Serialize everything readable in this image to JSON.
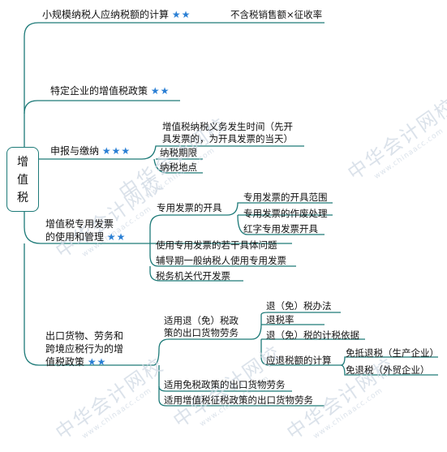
{
  "root": {
    "chars": [
      "增",
      "值",
      "税"
    ]
  },
  "stars": {
    "two": "★★",
    "three": "★★★"
  },
  "branches": {
    "small_scale": {
      "label": "小规模纳税人应纳税额的计算",
      "child": "不含税销售额×征收率"
    },
    "special_enterprise": {
      "label": "特定企业的增值税政策"
    },
    "declaration": {
      "label": "申报与缴纳",
      "obligation_line1": "增值税纳税义务发生时间（先开",
      "obligation_line2": "具发票的，为开具发票的当天）",
      "period": "纳税期限",
      "place": "纳税地点"
    },
    "invoice": {
      "label_line1": "增值税专用发票",
      "label_line2": "的使用和管理",
      "issue": "专用发票的开具",
      "issue_scope": "专用发票的开具范围",
      "issue_void": "专用发票的作废处理",
      "issue_red": "红字专用发票开具",
      "issues_q": "使用专用发票的若干具体问题",
      "transition": "辅导期一般纳税人使用专用发票",
      "tax_office": "税务机关代开发票"
    },
    "export": {
      "label_line1": "出口货物、劳务和",
      "label_line2": "跨境应税行为的增",
      "label_line3": "值税政策",
      "refund_line1": "适用退（免）税政",
      "refund_line2": "策的出口货物劳务",
      "refund_method": "退（免）税办法",
      "refund_rate": "退税率",
      "refund_basis": "退（免）税的计税依据",
      "refund_calc": "应退税额的计算",
      "exempt_offset": "免抵退税（生产企业）",
      "exempt_refund": "免退税（外贸企业）",
      "exempt": "适用免税政策的出口货物劳务",
      "levy": "适用增值税征税政策的出口货物劳务"
    }
  },
  "watermark": {
    "text": "中华会计网校",
    "url": "www.chinaacc.com"
  },
  "colors": {
    "line": "#1d7a78",
    "star": "#2a7fd4",
    "watermark": "#cfd9e4"
  }
}
